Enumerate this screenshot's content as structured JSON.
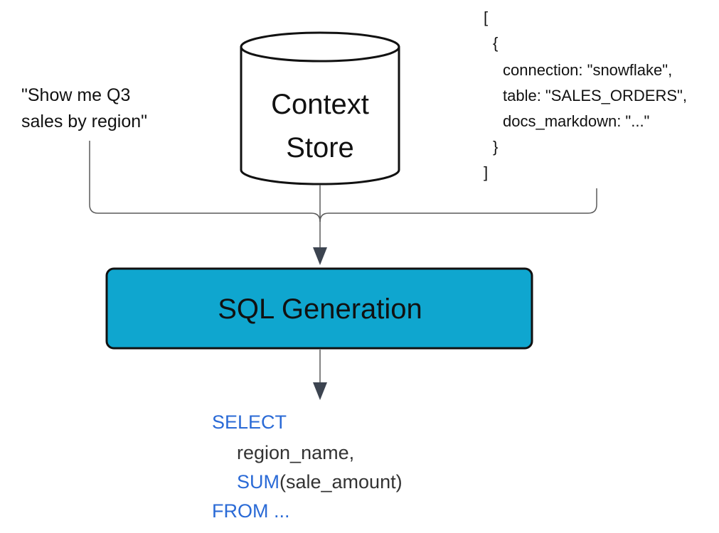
{
  "query": {
    "line1": "\"Show me Q3",
    "line2": "sales by region\""
  },
  "context_store": {
    "line1": "Context",
    "line2": "Store"
  },
  "context_json": {
    "open_bracket": "[",
    "open_brace": "{",
    "connection": "connection: \"snowflake\",",
    "table": "table: \"SALES_ORDERS\",",
    "docs": "docs_markdown: \"...\"",
    "close_brace": "}",
    "close_bracket": "]"
  },
  "process": {
    "label": "SQL Generation"
  },
  "sql_output": {
    "select_kw": "SELECT",
    "column1": "region_name,",
    "sum_kw": "SUM",
    "sum_arg": "(sale_amount)",
    "from_kw": "FROM ..."
  },
  "colors": {
    "process_fill": "#0fa6cf",
    "stroke": "#111111",
    "connector": "#5a5a5a",
    "arrow": "#3c4450",
    "sql_keyword": "#2a6ad6",
    "sql_text": "#333333"
  }
}
